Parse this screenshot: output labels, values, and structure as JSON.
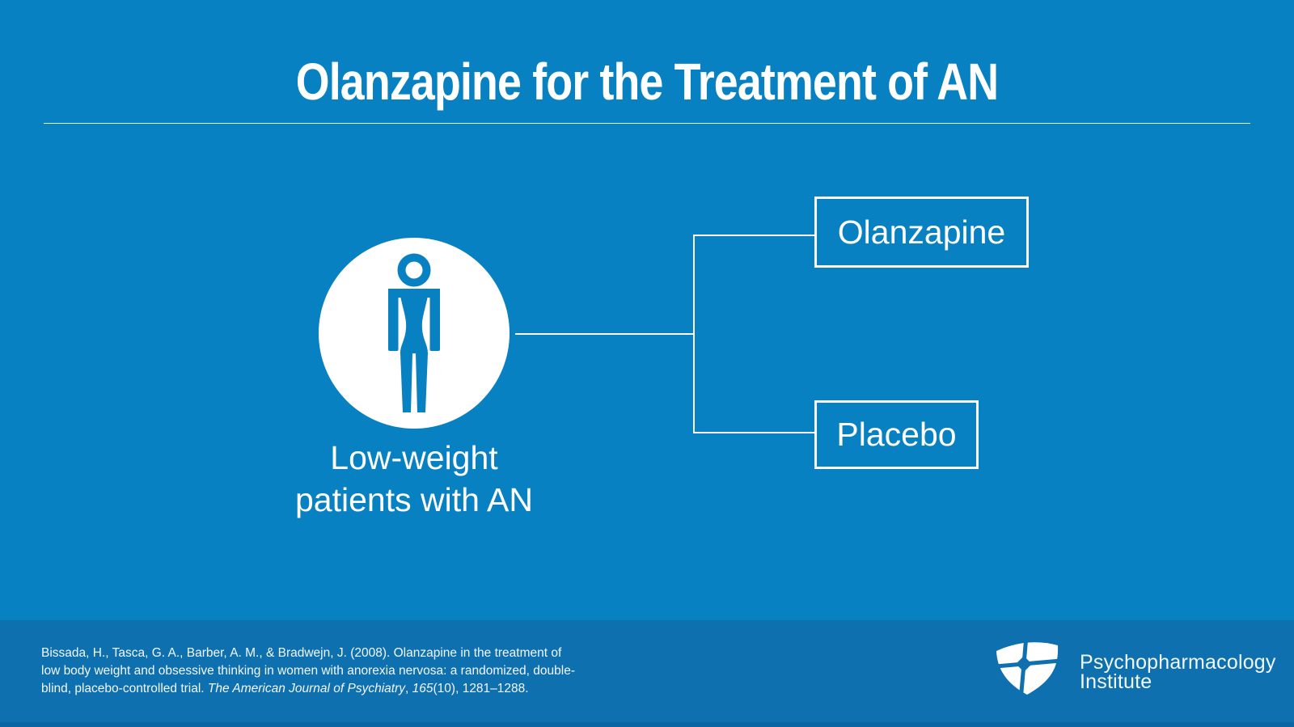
{
  "title": "Olanzapine for the Treatment of AN",
  "diagram": {
    "population": {
      "line1": "Low-weight",
      "line2": "patients with AN"
    },
    "arms": [
      {
        "label": "Olanzapine"
      },
      {
        "label": "Placebo"
      }
    ],
    "person_icon": "low-weight-person-icon"
  },
  "footer": {
    "citation": {
      "line1": "Bissada, H., Tasca, G. A., Barber, A. M., & Bradwejn, J. (2008). Olanzapine in the treatment of",
      "line2": "low body weight and obsessive thinking in women with anorexia nervosa: a randomized, double-",
      "line3_pre": "blind, placebo-controlled trial. ",
      "line3_journal": "The American Journal of Psychiatry",
      "line3_sep": ", ",
      "line3_volume": "165",
      "line3_post": "(10), 1281–1288."
    },
    "logo": {
      "line1": "Psychopharmacology",
      "line2": "Institute"
    }
  },
  "colors": {
    "background": "#0781c1",
    "footer_background": "#0e70af",
    "footer_edge": "#0a65a2",
    "box_border": "#ffffff",
    "text": "#ffffff"
  }
}
